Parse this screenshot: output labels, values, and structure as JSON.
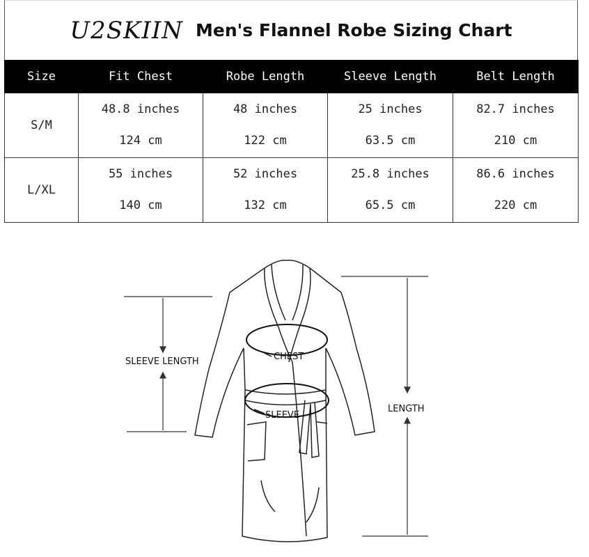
{
  "header": {
    "brand": "U2SKIIN",
    "title": "Men's Flannel Robe Sizing Chart"
  },
  "table": {
    "columns": [
      "Size",
      "Fit Chest",
      "Robe Length",
      "Sleeve Length",
      "Belt Length"
    ],
    "rows": [
      {
        "size": "S/M",
        "cells": [
          {
            "inches": "48.8 inches",
            "cm": "124 cm"
          },
          {
            "inches": "48 inches",
            "cm": "122 cm"
          },
          {
            "inches": "25 inches",
            "cm": "63.5 cm"
          },
          {
            "inches": "82.7 inches",
            "cm": "210 cm"
          }
        ]
      },
      {
        "size": "L/XL",
        "cells": [
          {
            "inches": "55 inches",
            "cm": "140 cm"
          },
          {
            "inches": "52 inches",
            "cm": "132 cm"
          },
          {
            "inches": "25.8 inches",
            "cm": "65.5 cm"
          },
          {
            "inches": "86.6 inches",
            "cm": "220 cm"
          }
        ]
      }
    ]
  },
  "diagram": {
    "sleeve_label": "SLEEVE LENGTH",
    "chest_label": "CHEST",
    "waist_label": "SLEEVE",
    "length_label": "LENGTH"
  }
}
